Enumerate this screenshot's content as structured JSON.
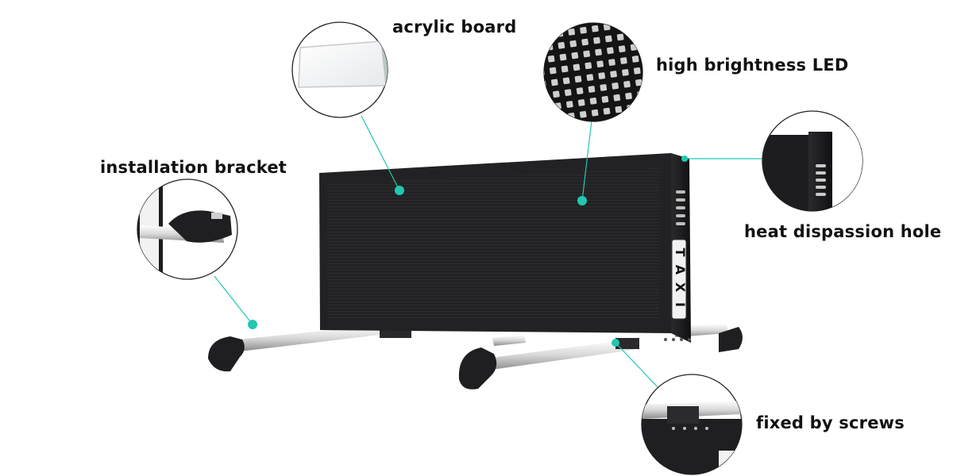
{
  "labels": {
    "acrylic_board": "acrylic board",
    "high_brightness_led": "high brightness LED",
    "installation_bracket": "installation bracket",
    "heat_dispassion_hole": "heat dispassion hole",
    "fixed_by_screws": "fixed by screws"
  },
  "sign": {
    "taxi_letters": [
      "T",
      "A",
      "X",
      "I"
    ]
  },
  "colors": {
    "leader": "#22c7b0",
    "panel": "#1b1b1d",
    "frame": "#2a2a2c",
    "bar": "#d9d9d9",
    "text": "#111111"
  }
}
